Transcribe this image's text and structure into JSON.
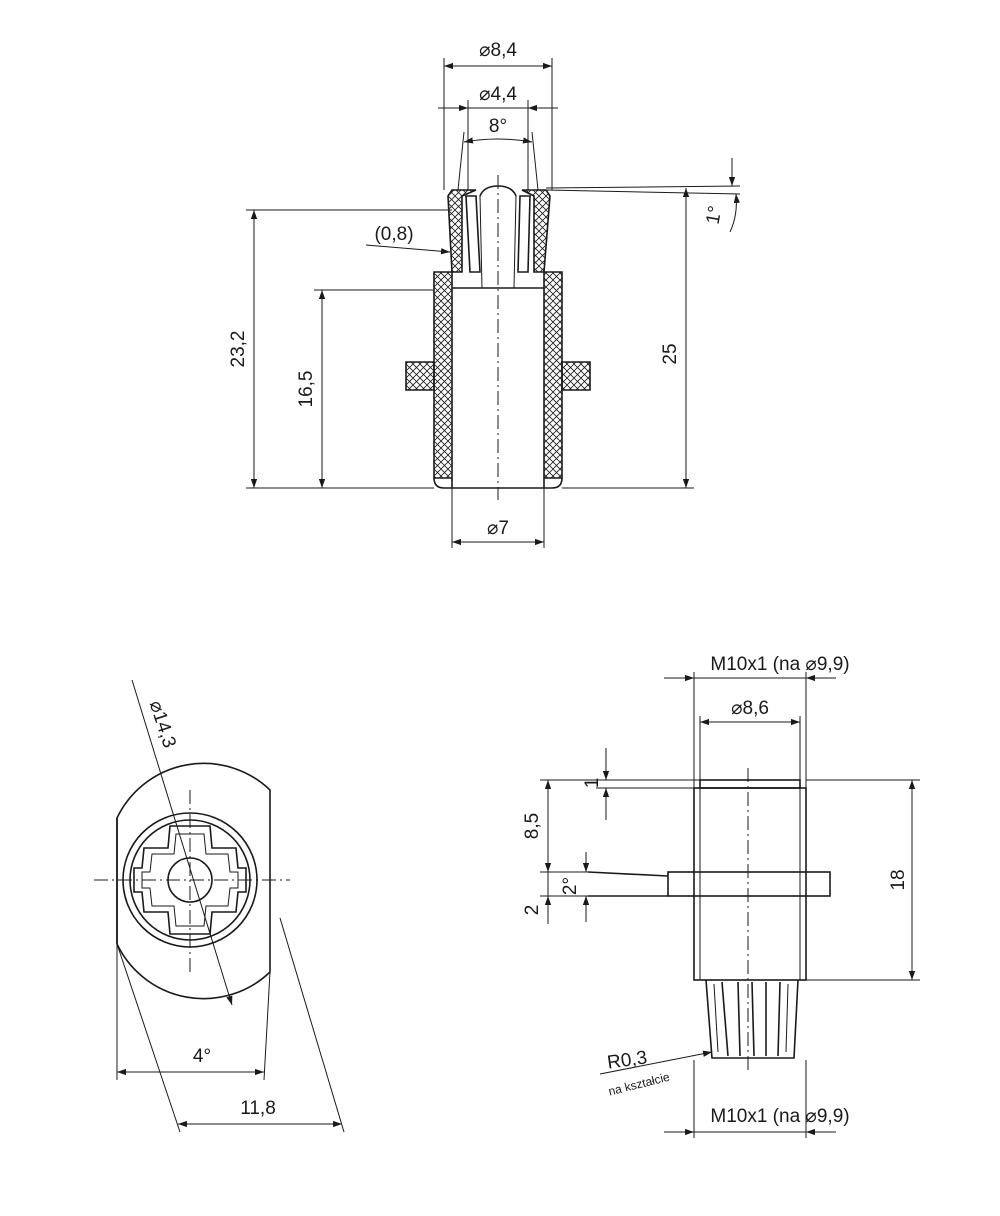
{
  "section_view": {
    "dia_top_outer": "⌀8,4",
    "dia_top_inner": "⌀4,4",
    "taper_angle": "8°",
    "tip_angle": "1°",
    "wall_thickness": "(0,8)",
    "height_23_2": "23,2",
    "height_16_5": "16,5",
    "height_25": "25",
    "dia_bottom": "⌀7"
  },
  "end_view": {
    "dia_flange": "⌀14,3",
    "angle": "4°",
    "width": "11,8"
  },
  "side_view": {
    "thread_top": "M10x1 (na ⌀9,9)",
    "dia_body": "⌀8,6",
    "dim_1": "1",
    "dim_8_5": "8,5",
    "angle_2": "2°",
    "dim_2": "2",
    "dim_18": "18",
    "radius": "R0,3",
    "radius_note": "na kształcie",
    "thread_bottom": "M10x1 (na ⌀9,9)"
  }
}
